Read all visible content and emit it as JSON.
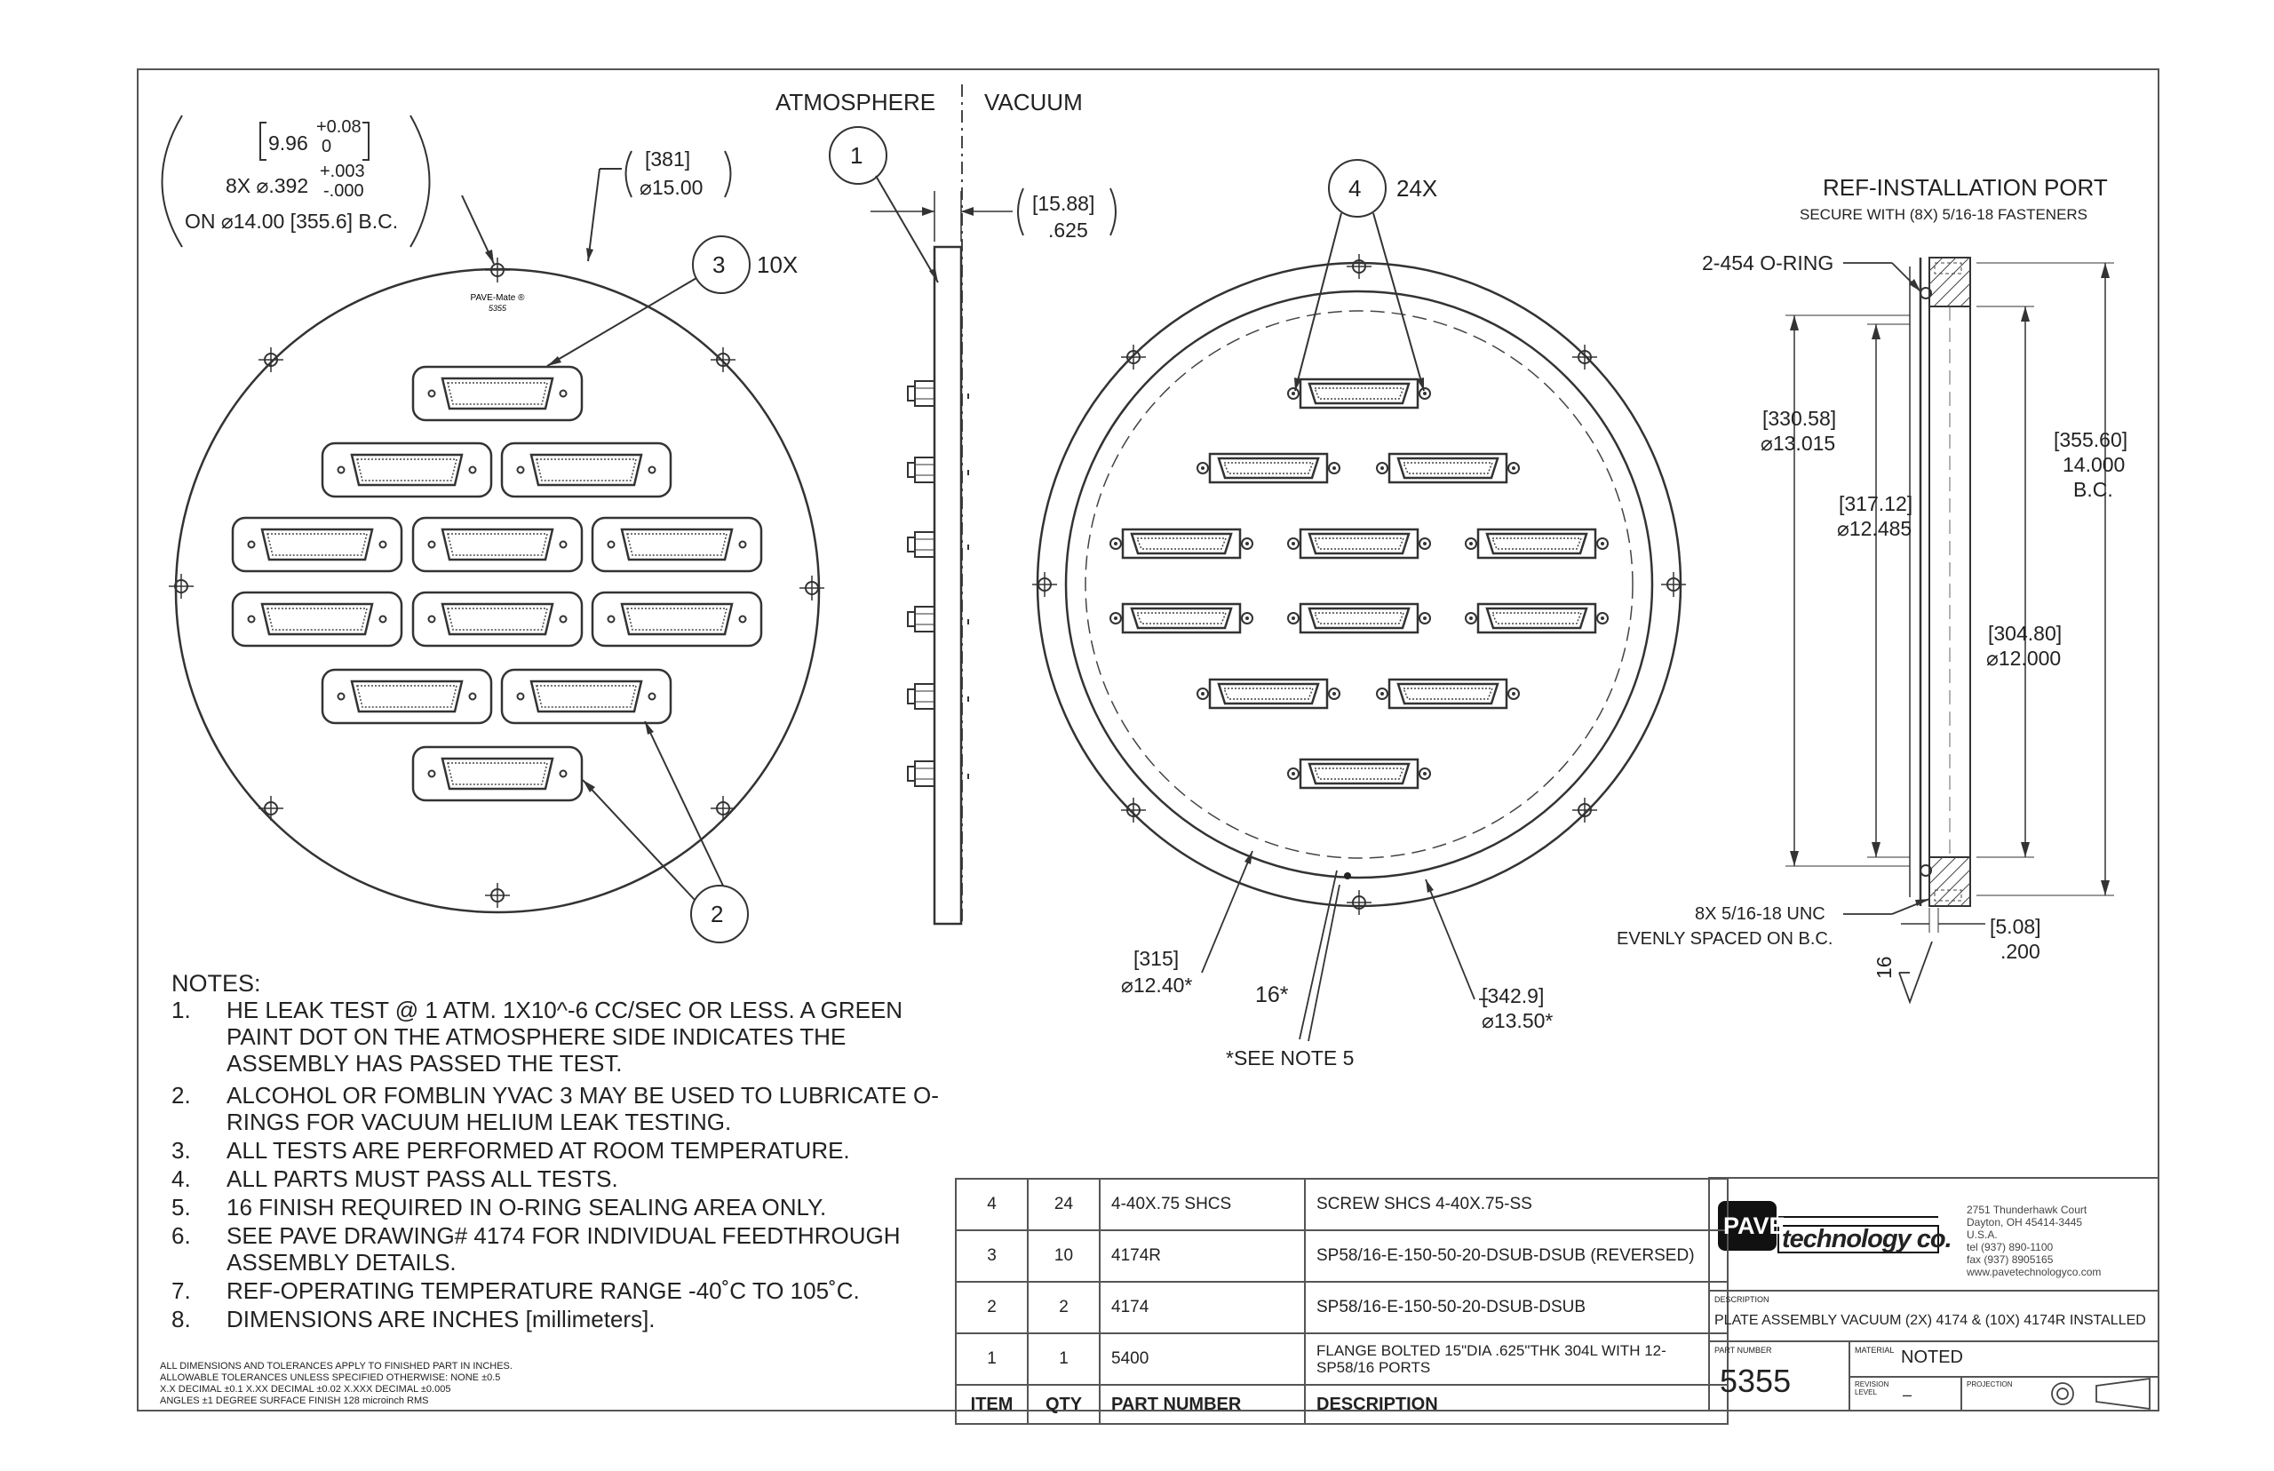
{
  "views": {
    "section_labels": {
      "atmosphere": "ATMOSPHERE",
      "vacuum": "VACUUM"
    },
    "left_view": {
      "tol_top": "+0.08",
      "tol_bottom": "0",
      "tol_nominal": "9.96",
      "hole_prefix": "8X ⌀.392",
      "hole_tol_top": "+.003",
      "hole_tol_bottom": "-.000",
      "bolt_circle": "ON ⌀14.00 [355.6] B.C.",
      "dia_mm": "[381]",
      "dia_in": "⌀15.00",
      "plate_mark_1": "PAVE-Mate ®",
      "plate_mark_2": "5355",
      "balloon_3": "3",
      "qty_3": "10X",
      "balloon_2": "2"
    },
    "side_view": {
      "balloon_1": "1",
      "thk_mm": "[15.88]",
      "thk_in": ".625"
    },
    "right_view": {
      "balloon_4": "4",
      "qty_4": "24X",
      "dia_315_mm": "[315]",
      "dia_315_in": "⌀12.40*",
      "angle": "16*",
      "see_note": "*SEE NOTE 5",
      "dia_342_mm": "[342.9]",
      "dia_342_in": "⌀13.50*"
    },
    "install_port": {
      "title": "REF-INSTALLATION PORT",
      "subtitle": "SECURE WITH (8X) 5/16-18 FASTENERS",
      "oring": "2-454 O-RING",
      "d1_mm": "[330.58]",
      "d1_in": "⌀13.015",
      "d2_mm": "[317.12]",
      "d2_in": "⌀12.485",
      "d3_mm": "[355.60]",
      "d3_in": "14.000",
      "d3_suffix": "B.C.",
      "d4_mm": "[304.80]",
      "d4_in": "⌀12.000",
      "thread": "8X 5/16-18 UNC",
      "thread_note": "EVENLY SPACED ON B.C.",
      "gap_mm": "[5.08]",
      "gap_in": ".200",
      "finish": "16"
    }
  },
  "notes": {
    "header": "NOTES:",
    "items": [
      {
        "num": "1.",
        "text": "HE LEAK TEST @ 1 ATM. 1X10^-6 CC/SEC OR LESS. A GREEN PAINT DOT ON THE ATMOSPHERE SIDE INDICATES THE ASSEMBLY HAS PASSED THE TEST."
      },
      {
        "num": "2.",
        "text": "ALCOHOL OR FOMBLIN YVAC 3 MAY BE USED TO LUBRICATE O-RINGS FOR VACUUM HELIUM LEAK TESTING."
      },
      {
        "num": "3.",
        "text": "ALL TESTS ARE PERFORMED AT ROOM TEMPERATURE."
      },
      {
        "num": "4.",
        "text": "ALL PARTS MUST PASS ALL TESTS."
      },
      {
        "num": "5.",
        "text": "16 FINISH REQUIRED IN O-RING SEALING AREA ONLY."
      },
      {
        "num": "6.",
        "text": "SEE PAVE DRAWING# 4174 FOR INDIVIDUAL FEEDTHROUGH ASSEMBLY DETAILS."
      },
      {
        "num": "7.",
        "text": "REF-OPERATING TEMPERATURE RANGE -40˚C TO 105˚C."
      },
      {
        "num": "8.",
        "text": "DIMENSIONS ARE INCHES [millimeters]."
      }
    ]
  },
  "tolerances": {
    "line1": "ALL DIMENSIONS AND TOLERANCES APPLY TO FINISHED PART IN INCHES.",
    "line2": "ALLOWABLE TOLERANCES UNLESS SPECIFIED OTHERWISE: NONE  ±0.5",
    "line3": "X.X DECIMAL  ±0.1  X.XX DECIMAL  ±0.02  X.XXX DECIMAL  ±0.005",
    "line4": "ANGLES ±1 DEGREE  SURFACE FINISH 128 microinch RMS"
  },
  "bom": {
    "headers": {
      "item": "ITEM",
      "qty": "QTY",
      "part": "PART NUMBER",
      "desc": "DESCRIPTION"
    },
    "rows": [
      {
        "item": "4",
        "qty": "24",
        "part": "4-40X.75 SHCS",
        "desc": "SCREW SHCS 4-40X.75-SS"
      },
      {
        "item": "3",
        "qty": "10",
        "part": "4174R",
        "desc": "SP58/16-E-150-50-20-DSUB-DSUB (REVERSED)"
      },
      {
        "item": "2",
        "qty": "2",
        "part": "4174",
        "desc": "SP58/16-E-150-50-20-DSUB-DSUB"
      },
      {
        "item": "1",
        "qty": "1",
        "part": "5400",
        "desc": "FLANGE BOLTED 15\"DIA .625\"THK 304L WITH 12-SP58/16 PORTS"
      }
    ]
  },
  "title_block": {
    "logo_pave": "PAVE",
    "logo_tech": "technology co.",
    "address": [
      "2751 Thunderhawk Court",
      "Dayton, OH 45414-3445",
      "U.S.A.",
      "tel (937) 890-1100",
      "fax (937) 8905165",
      "www.pavetechnologyco.com"
    ],
    "description_label": "DESCRIPTION",
    "description": "PLATE ASSEMBLY VACUUM (2X) 4174 & (10X) 4174R INSTALLED",
    "part_number_label": "PART NUMBER",
    "part_number": "5355",
    "material_label": "MATERIAL",
    "material": "NOTED",
    "revision_label": "REVISION LEVEL",
    "revision": "–",
    "projection_label": "PROJECTION"
  }
}
